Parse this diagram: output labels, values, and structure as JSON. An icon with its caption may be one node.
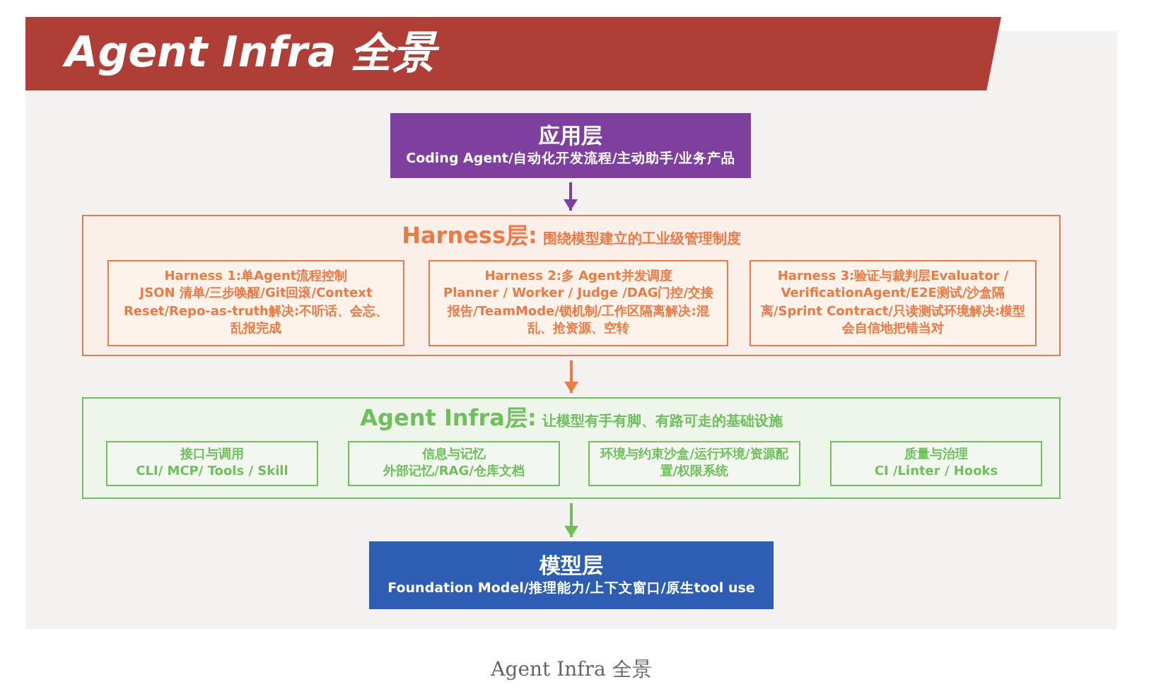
{
  "diagram": {
    "title": "Agent Infra 全景",
    "caption": "Agent Infra 全景",
    "nodes": [
      {
        "text": [
          "应用层",
          "Coding Agent/自动化开发流程/主动助手/业务产品"
        ]
      },
      {
        "text": [
          "Harness层:",
          "围绕模型建立的工业级管理制度"
        ]
      },
      {
        "text": [
          "Harness 1:单Agent流程控制",
          "JSON 清单/三步唤醒/Git回滚/Context Reset/Repo-as-truth解决:不听话、会忘、乱报完成"
        ],
        "in": 1
      },
      {
        "text": [
          "Harness 2:多 Agent并发调度",
          "Planner / Worker / Judge /DAG门控/交接报告/TeamMode/锁机制/工作区隔离解决:混乱、抢资源、空转"
        ],
        "in": 1
      },
      {
        "text": [
          "Harness 3:验证与裁判层Evaluator /",
          "VerificationAgent/E2E测试/沙盒隔离/Sprint Contract/只读测试环境解决:模型会自信地把错当对"
        ],
        "in": 1
      },
      {
        "text": [
          "Agent Infra层:",
          "让模型有手有脚、有路可走的基础设施"
        ]
      },
      {
        "text": [
          "接口与调用",
          "CLI/ MCP/ Tools / Skill"
        ],
        "in": 5
      },
      {
        "text": [
          "信息与记忆",
          "外部记忆/RAG/仓库文档"
        ],
        "in": 5
      },
      {
        "text": [
          "环境与约束沙盒/运行环境/资源配置/权限系统"
        ],
        "in": 5
      },
      {
        "text": [
          "质量与治理",
          "CI /Linter / Hooks"
        ],
        "in": 5
      },
      {
        "text": [
          "模型层",
          "Foundation Model/推理能力/上下文窗口/原生tool use"
        ]
      }
    ],
    "edges": [
      {
        "from": 0,
        "to": 1,
        "arrow": "to",
        "color": "#7f3f9e"
      },
      {
        "from": 1,
        "to": 5,
        "arrow": "to",
        "color": "#ec7a45"
      },
      {
        "from": 5,
        "to": 10,
        "arrow": "to",
        "color": "#6fbf5c"
      }
    ]
  }
}
